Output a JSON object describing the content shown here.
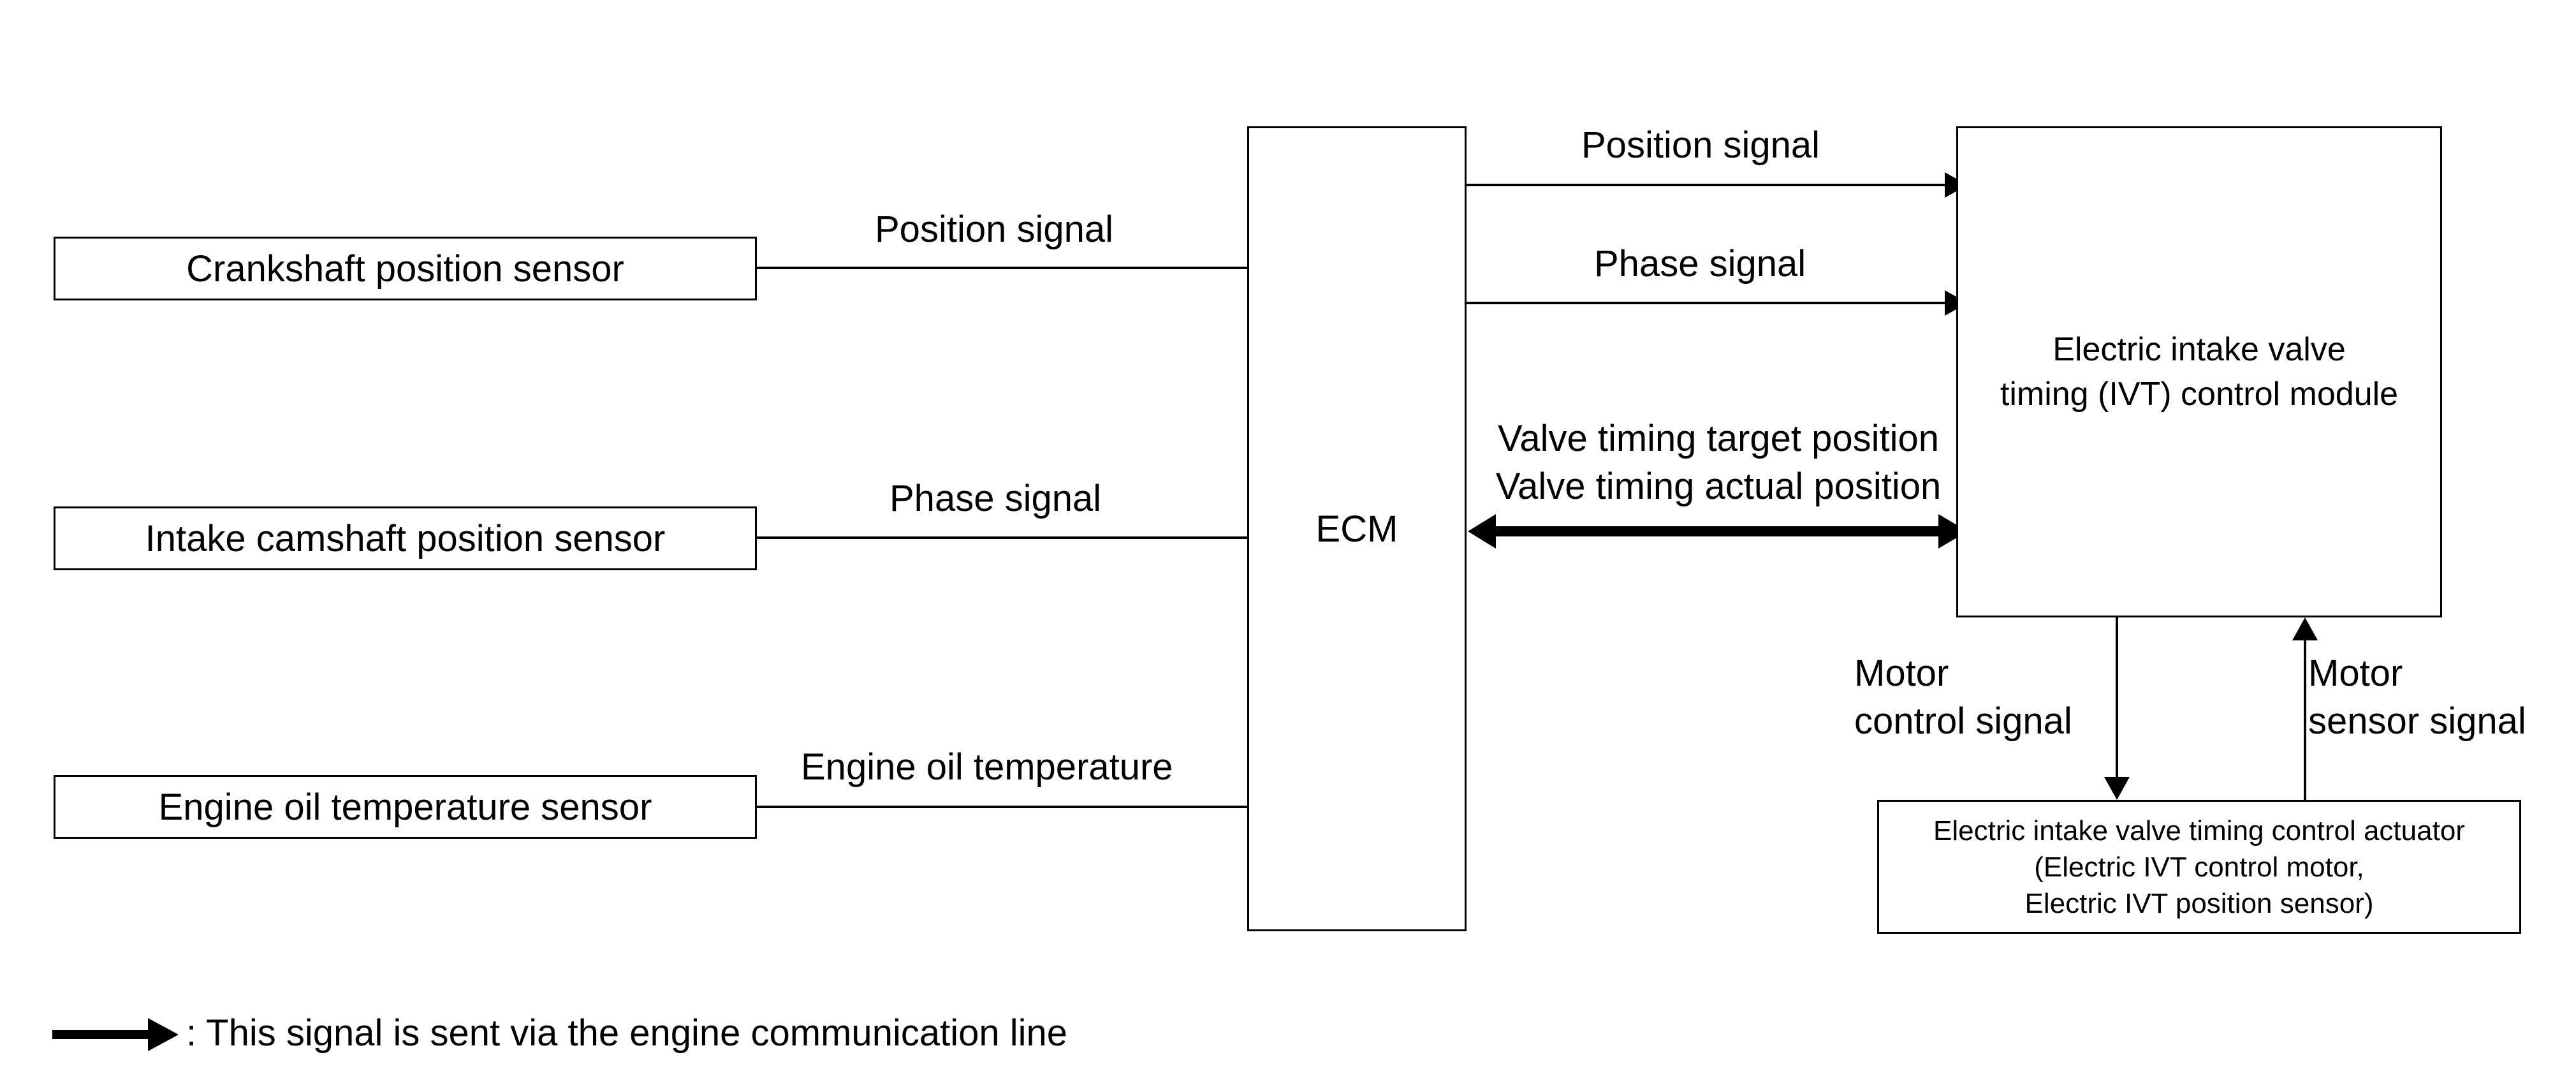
{
  "sensors": [
    {
      "label": "Crankshaft position sensor",
      "signal": "Position signal"
    },
    {
      "label": "Intake camshaft position sensor",
      "signal": "Phase signal"
    },
    {
      "label": "Engine oil temperature sensor",
      "signal": "Engine oil temperature"
    }
  ],
  "ecm": {
    "label": "ECM"
  },
  "ecm_outputs": {
    "position_signal": "Position signal",
    "phase_signal": "Phase signal",
    "comm_line_1": "Valve timing target position",
    "comm_line_2": "Valve timing actual position"
  },
  "ivt_module": {
    "line1": "Electric intake valve",
    "line2": "timing (IVT) control module"
  },
  "actuator": {
    "line1": "Electric intake valve timing control actuator",
    "line2": "(Electric IVT control motor,",
    "line3": "Electric IVT position sensor)"
  },
  "motor_control": {
    "line1": "Motor",
    "line2": "control signal"
  },
  "motor_sensor": {
    "line1": "Motor",
    "line2": "sensor signal"
  },
  "legend": {
    "text": ": This signal is sent via the engine communication line"
  }
}
